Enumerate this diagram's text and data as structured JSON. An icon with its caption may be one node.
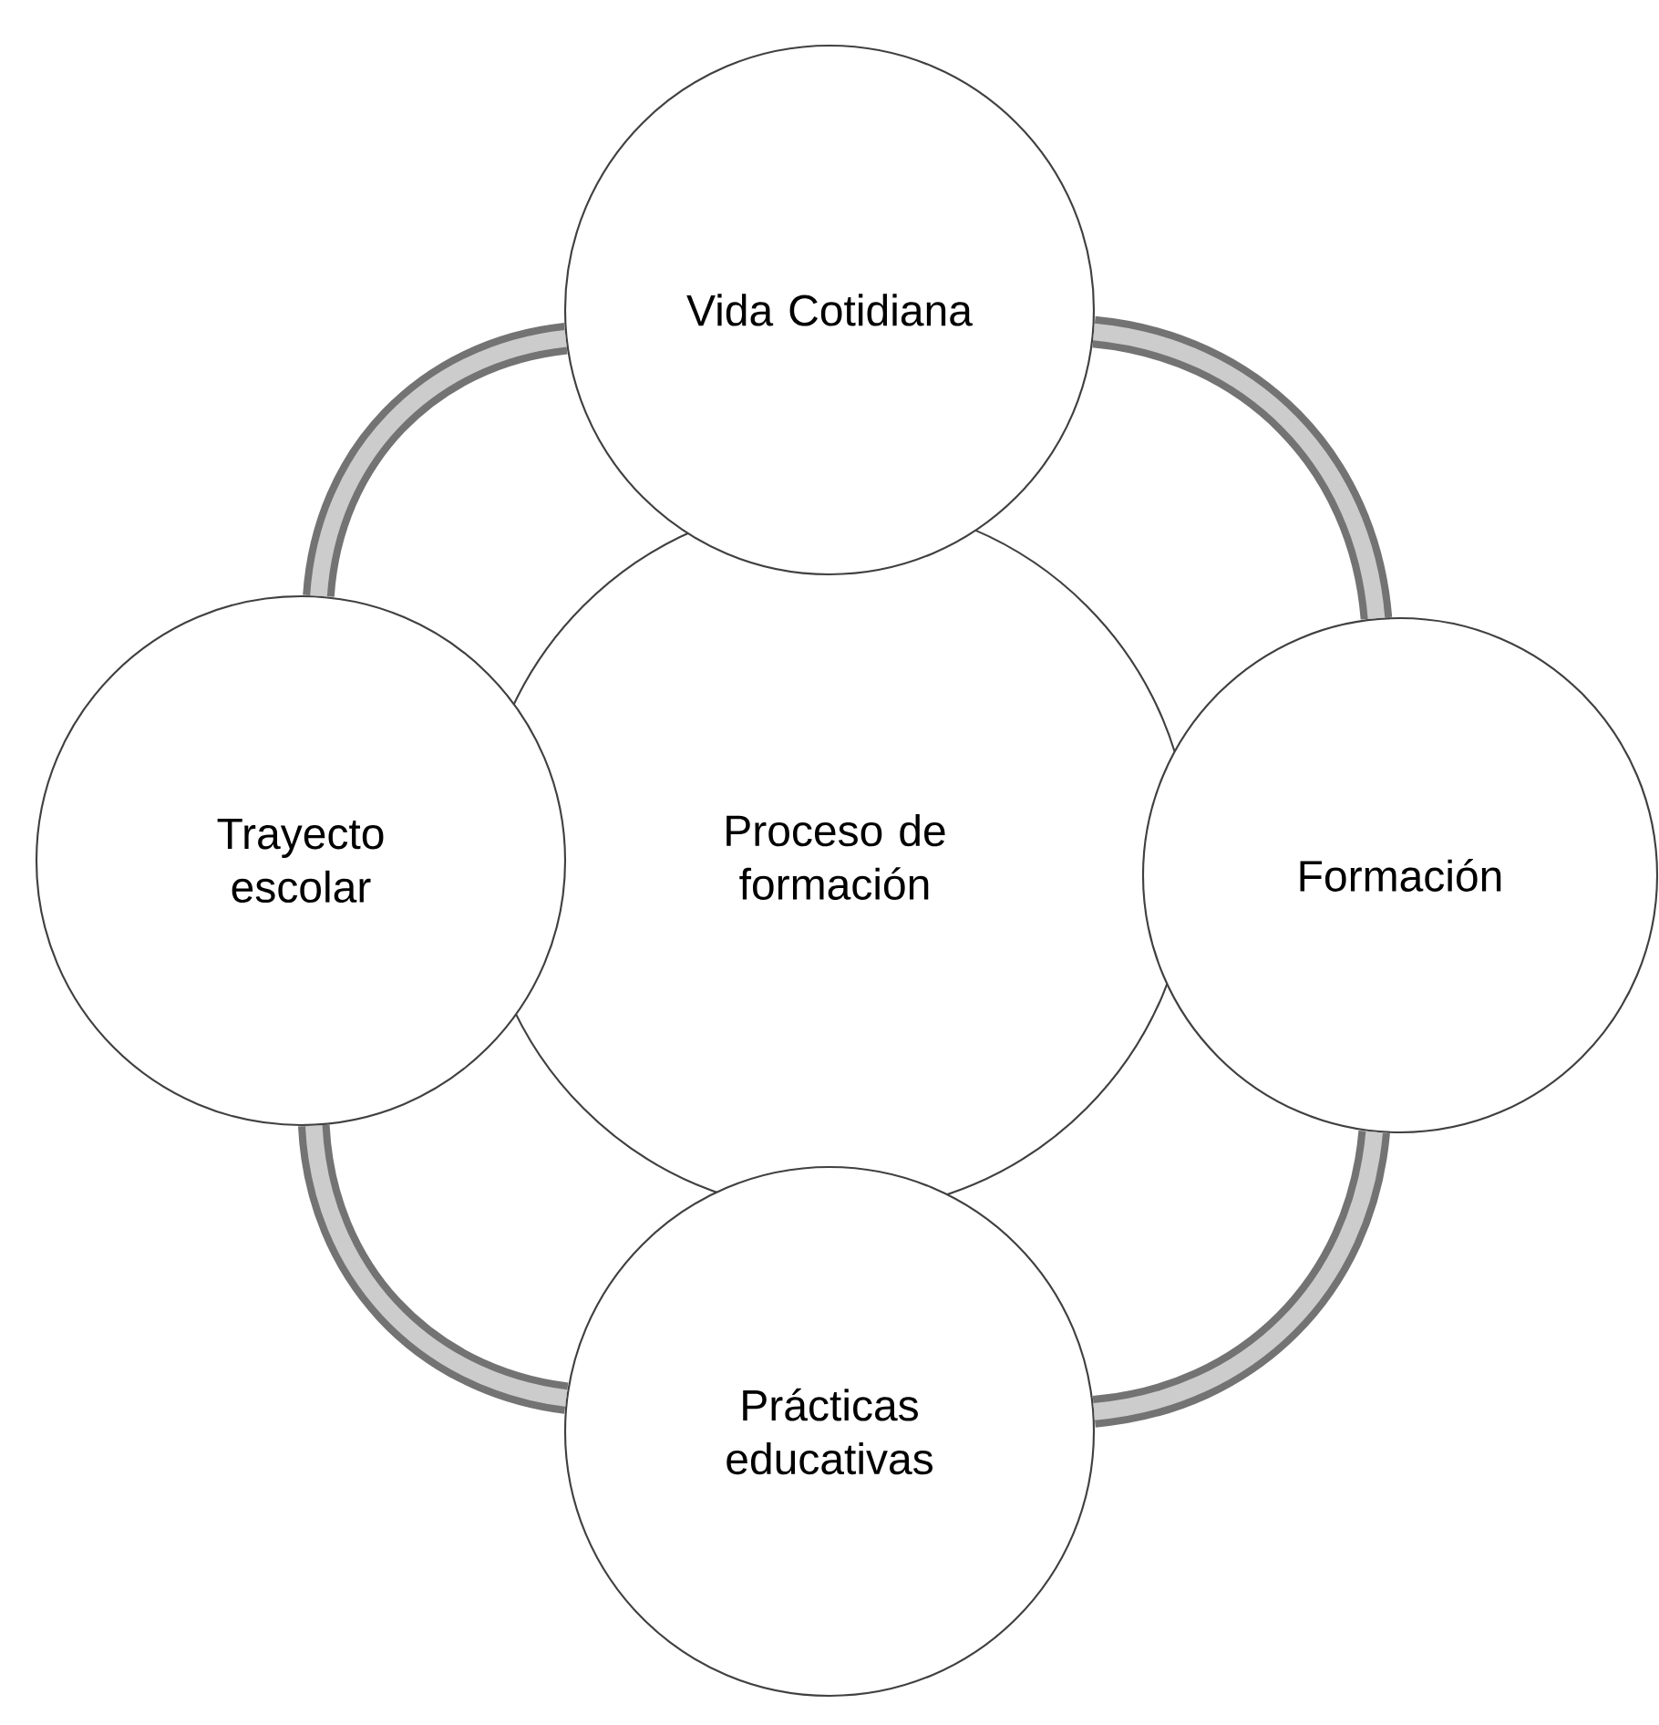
{
  "diagram": {
    "nodes": [
      {
        "text": [
          "Vida Cotidiana"
        ]
      },
      {
        "text": [
          "Trayecto escolar"
        ]
      },
      {
        "text": [
          "Proceso de formación"
        ]
      },
      {
        "text": [
          "Formación"
        ]
      },
      {
        "text": [
          "Prácticas educativas"
        ]
      }
    ],
    "edges": [
      {
        "from": 0,
        "to": 3,
        "arrow": "none"
      },
      {
        "from": 3,
        "to": 4,
        "arrow": "none"
      },
      {
        "from": 4,
        "to": 1,
        "arrow": "none"
      },
      {
        "from": 1,
        "to": 0,
        "arrow": "none"
      }
    ]
  }
}
